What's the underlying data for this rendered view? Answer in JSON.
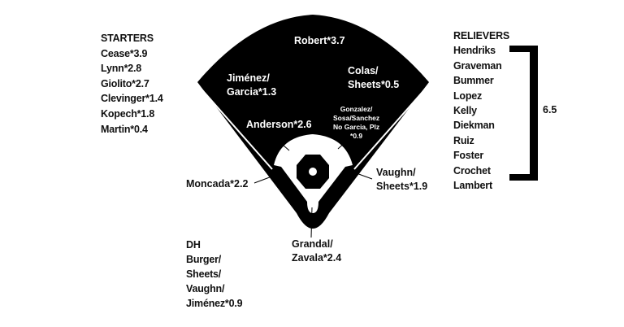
{
  "starters": {
    "title": "STARTERS",
    "items": [
      "Cease*3.9",
      "Lynn*2.8",
      "Giolito*2.7",
      "Clevinger*1.4",
      "Kopech*1.8",
      "Martin*0.4"
    ]
  },
  "relievers": {
    "title": "RELIEVERS",
    "items": [
      "Hendriks",
      "Graveman",
      "Bummer",
      "Lopez",
      "Kelly",
      "Diekman",
      "Ruiz",
      "Foster",
      "Crochet",
      "Lambert"
    ],
    "total": "6.5"
  },
  "dh": {
    "lines": [
      "DH",
      "Burger/",
      "Sheets/",
      "Vaughn/",
      "Jiménez*0.9"
    ]
  },
  "positions": {
    "cf": "Robert*3.7",
    "lf": [
      "Jiménez/",
      "Garcia*1.3"
    ],
    "rf": [
      "Colas/",
      "Sheets*0.5"
    ],
    "ss": "Anderson*2.6",
    "2b": [
      "Gonzalez/",
      "Sosa/Sanchez",
      "No Garcia, Plz",
      "*0.9"
    ],
    "3b": "Moncada*2.2",
    "1b": [
      "Vaughn/",
      "Sheets*1.9"
    ],
    "c": [
      "Grandal/",
      "Zavala*2.4"
    ]
  }
}
